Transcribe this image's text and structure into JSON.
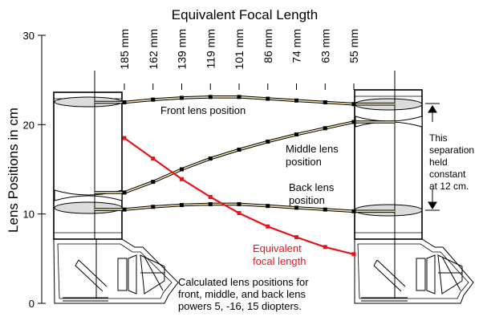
{
  "chart_data": {
    "type": "line",
    "title": "Equivalent Focal Length",
    "ylabel": "Lens Positions in cm",
    "y_ticks": [
      0,
      10,
      20,
      30
    ],
    "ylim": [
      0,
      30
    ],
    "focal_length_labels": [
      "185 mm",
      "162 mm",
      "139 mm",
      "119 mm",
      "101 mm",
      "86 mm",
      "74 mm",
      "63 mm",
      "55 mm"
    ],
    "series": [
      {
        "name": "Front lens position",
        "color": "#000000",
        "values": [
          22.5,
          22.8,
          23.0,
          23.1,
          23.1,
          22.9,
          22.7,
          22.5,
          22.3
        ]
      },
      {
        "name": "Middle lens position",
        "color": "#000000",
        "values": [
          12.4,
          13.6,
          15.0,
          16.2,
          17.2,
          18.1,
          18.9,
          19.6,
          20.3
        ]
      },
      {
        "name": "Back lens position",
        "color": "#000000",
        "values": [
          10.5,
          10.8,
          11.0,
          11.1,
          11.1,
          10.9,
          10.7,
          10.5,
          10.3
        ]
      },
      {
        "name": "Equivalent focal length",
        "color": "#e8141c",
        "values": [
          18.5,
          16.2,
          13.9,
          11.9,
          10.1,
          8.6,
          7.4,
          6.3,
          5.5
        ]
      }
    ]
  },
  "labels": {
    "front_line1": "Front lens position",
    "middle_line1": "Middle lens",
    "middle_line2": "position",
    "back_line1": "Back lens",
    "back_line2": "position",
    "efl_line1": "Equivalent",
    "efl_line2": "focal length",
    "separation_line1": "This",
    "separation_line2": "separation",
    "separation_line3": "held",
    "separation_line4": "constant",
    "separation_line5": "at 12 cm.",
    "note_line1": "Calculated lens positions for",
    "note_line2": "front, middle, and back lens",
    "note_line3": "powers 5, -16, 15 diopters."
  },
  "colors": {
    "lens_fill": "#dcdcdc",
    "line_fill": "#f0e2ad",
    "efl": "#e8141c"
  }
}
